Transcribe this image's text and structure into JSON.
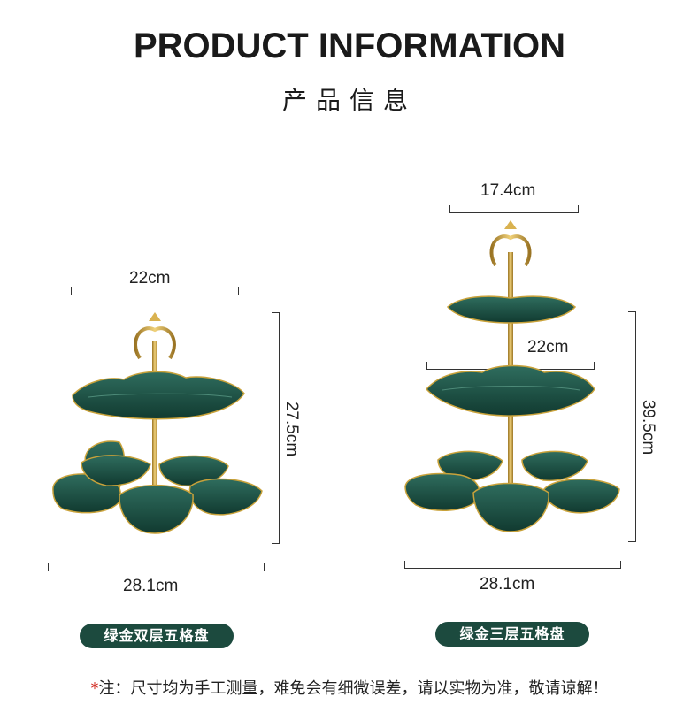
{
  "header": {
    "title_en": "PRODUCT INFORMATION",
    "title_cn": "产品信息"
  },
  "left_product": {
    "top_width": "22cm",
    "height": "27.5cm",
    "base_width": "28.1cm",
    "label": "绿金双层五格盘"
  },
  "right_product": {
    "top_width": "17.4cm",
    "mid_width": "22cm",
    "height": "39.5cm",
    "base_width": "28.1cm",
    "label": "绿金三层五格盘"
  },
  "note": {
    "star": "*",
    "text": "注：尺寸均为手工测量，难免会有细微误差，请以实物为准，敬请谅解！"
  },
  "colors": {
    "ceramic_green": "#1c4a3e",
    "gold": "#c9a23a",
    "note_star": "#d0281e"
  }
}
